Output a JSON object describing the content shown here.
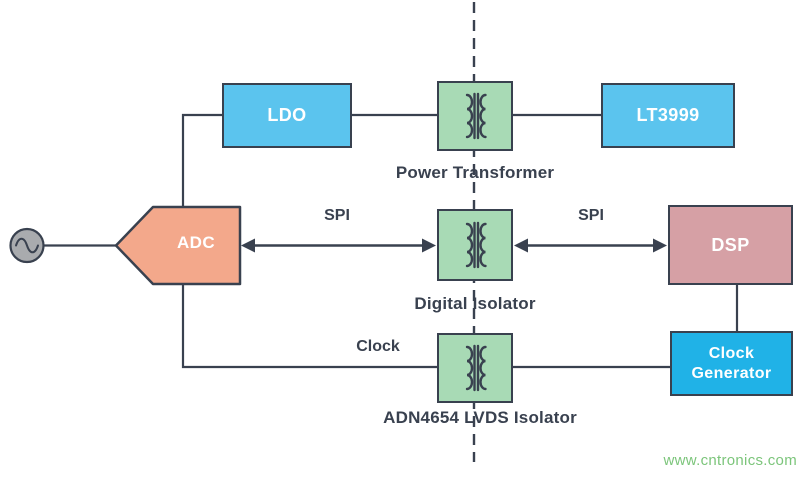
{
  "colors": {
    "ink": "#39414f",
    "blue": "#5bc4ee",
    "cyan": "#20b2e7",
    "green": "#a8dab5",
    "salmon": "#f3a88b",
    "mauve": "#d6a0a5",
    "gray": "#a9abae",
    "watermark": "#7cc57b"
  },
  "blocks": {
    "ldo": "LDO",
    "lt3999": "LT3999",
    "adc": "ADC",
    "dsp": "DSP",
    "clock_generator": "Clock Generator"
  },
  "captions": {
    "power_transformer": "Power Transformer",
    "digital_isolator": "Digital Isolator",
    "lvds_isolator": "ADN4654 LVDS Isolator"
  },
  "bus_labels": {
    "spi_left": "SPI",
    "spi_right": "SPI",
    "clock": "Clock"
  },
  "icons": {
    "signal_source": "sine-wave-source-icon",
    "transformer": "transformer-coil-icon"
  },
  "watermark": "www.cntronics.com"
}
